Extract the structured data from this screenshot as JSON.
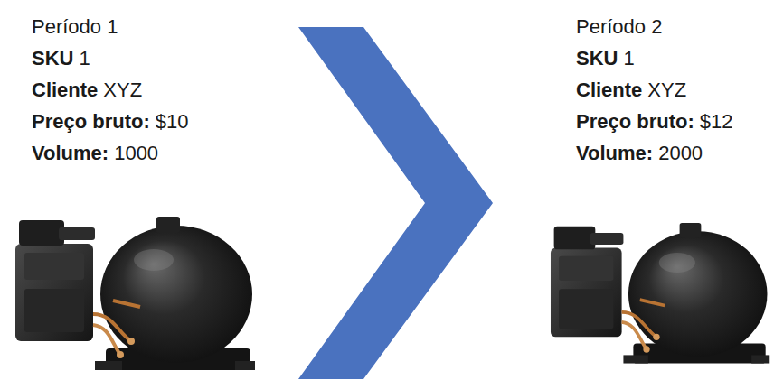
{
  "diagram": {
    "labels": [
      "Período 1",
      "SKU",
      "1",
      "Cliente",
      "XYZ",
      "Preço bruto:",
      "$10",
      "Volume:",
      "1000",
      "Período 2",
      "SKU",
      "1",
      "Cliente",
      "XYZ",
      "Preço bruto:",
      "$12",
      "Volume:",
      "2000"
    ]
  }
}
